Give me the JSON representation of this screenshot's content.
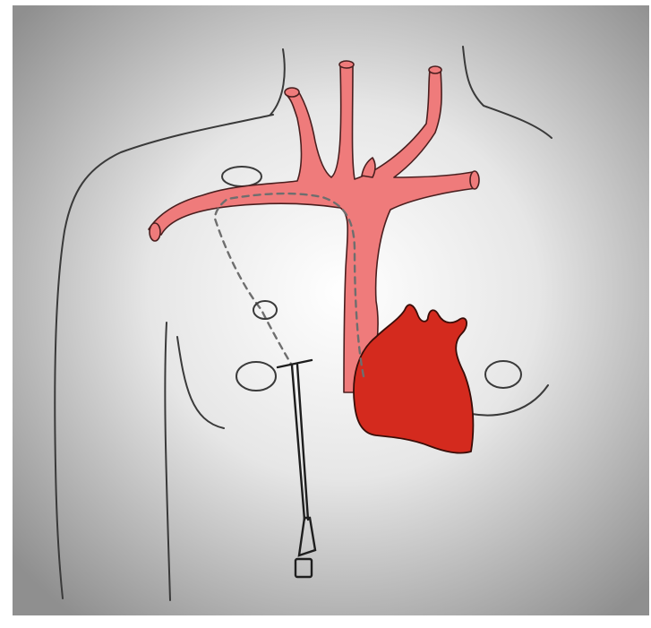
{
  "figure": {
    "colors": {
      "background_center": "#ffffff",
      "background_edge": "#8f8f8f",
      "outline": "#3a3a3a",
      "vessel_fill": "#ef7b7b",
      "heart_fill": "#d42a1e",
      "catheter_path": "#6e6e6e",
      "device": "#1e1e1e"
    },
    "icons": [
      "torso-outline",
      "great-vessels",
      "heart",
      "catheter-device"
    ]
  }
}
